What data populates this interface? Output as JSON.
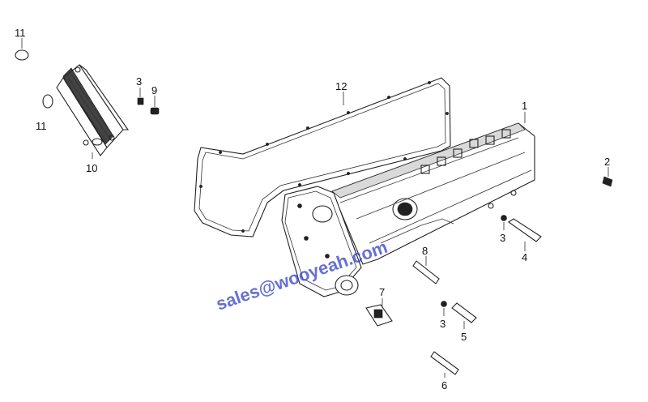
{
  "diagram": {
    "callouts": [
      {
        "id": "1",
        "label": "1"
      },
      {
        "id": "2",
        "label": "2"
      },
      {
        "id": "3a",
        "label": "3"
      },
      {
        "id": "3b",
        "label": "3"
      },
      {
        "id": "3c",
        "label": "3"
      },
      {
        "id": "4",
        "label": "4"
      },
      {
        "id": "5",
        "label": "5"
      },
      {
        "id": "6",
        "label": "6"
      },
      {
        "id": "7",
        "label": "7"
      },
      {
        "id": "8",
        "label": "8"
      },
      {
        "id": "9",
        "label": "9"
      },
      {
        "id": "10",
        "label": "10"
      },
      {
        "id": "11a",
        "label": "11"
      },
      {
        "id": "11b",
        "label": "11"
      },
      {
        "id": "12",
        "label": "12"
      }
    ],
    "watermark": "sales@wooyeah.com",
    "colors": {
      "line": "#222222",
      "watermark": "#3c46c8"
    }
  }
}
